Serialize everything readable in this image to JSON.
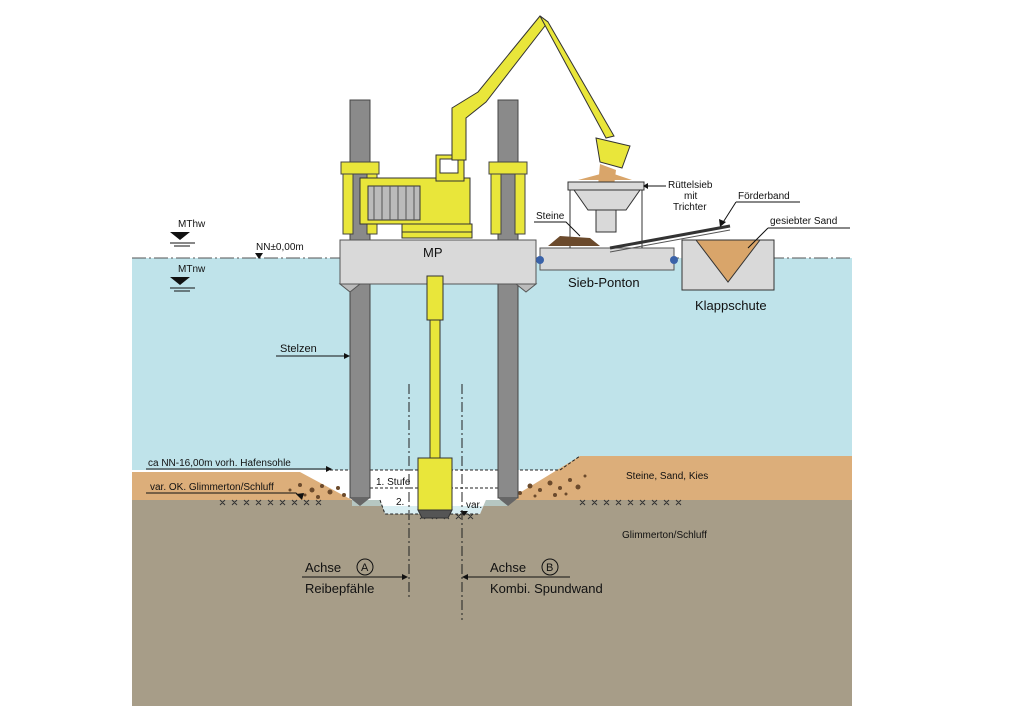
{
  "labels": {
    "mthw": "MThw",
    "mtnw": "MTnw",
    "nn_zero": "NN±0,00m",
    "mp": "MP",
    "ruettelsieb_1": "Rüttelsieb",
    "ruettelsieb_2": "mit",
    "ruettelsieb_3": "Trichter",
    "steine_top": "Steine",
    "foerderband": "Förderband",
    "gesiebter_sand": "gesiebter Sand",
    "sieb_ponton": "Sieb-Ponton",
    "klappschute": "Klappschute",
    "stelzen": "Stelzen",
    "hafensohle": "ca NN-16,00m vorh. Hafensohle",
    "glimmerton_ok": "var. OK. Glimmerton/Schluff",
    "stufe_1": "1. Stufe",
    "stufe_2": "2.",
    "var": "var.",
    "steine_sand_kies": "Steine, Sand, Kies",
    "glimmerton": "Glimmerton/Schluff",
    "achse_word_a": "Achse",
    "achse_letter_a": "A",
    "reibepfaehle": "Reibepfähle",
    "achse_word_b": "Achse",
    "achse_letter_b": "B",
    "kombi_spundwand": "Kombi. Spundwand"
  },
  "colors": {
    "water": "#bfe3ea",
    "soil_top": "#dcae7a",
    "soil_bottom": "#a79d88",
    "machine_yellow": "#e9e63a",
    "pontoon_gray": "#d9d9d9",
    "steel_gray": "#8a8a8a",
    "sand": "#d9a56a"
  }
}
